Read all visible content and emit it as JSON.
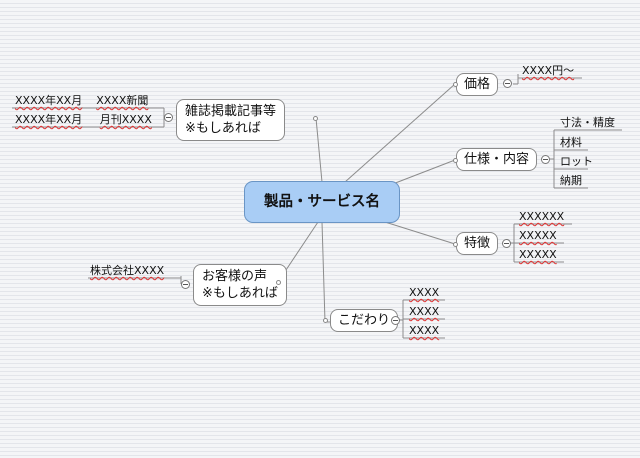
{
  "central": "製品・サービス名",
  "branches": {
    "price": {
      "label": "価格",
      "leaves": [
        "XXXX円～"
      ]
    },
    "spec": {
      "label": "仕様・内容",
      "leaves": [
        "寸法・精度",
        "材料",
        "ロット",
        "納期"
      ]
    },
    "feature": {
      "label": "特徴",
      "leaves": [
        "XXXXXX",
        "XXXXX",
        "XXXXX"
      ]
    },
    "commitment": {
      "label": "こだわり",
      "leaves": [
        "XXXX",
        "XXXX",
        "XXXX"
      ]
    },
    "voice": {
      "line1": "お客様の声",
      "line2": "※もしあれば",
      "leaves": [
        "株式会社XXXX"
      ]
    },
    "magazine": {
      "line1": "雑誌掲載記事等",
      "line2": "※もしあれば",
      "leaves": [
        {
          "date": "XXXX年XX月",
          "media": "XXXX新聞"
        },
        {
          "date": "XXXX年XX月",
          "media": "月刊XXXX"
        }
      ]
    }
  },
  "colors": {
    "central_fill": "#a9cdf5",
    "node_border": "#8a8a8a",
    "line": "#8c8c8c",
    "spellcheck": "#e03030"
  }
}
